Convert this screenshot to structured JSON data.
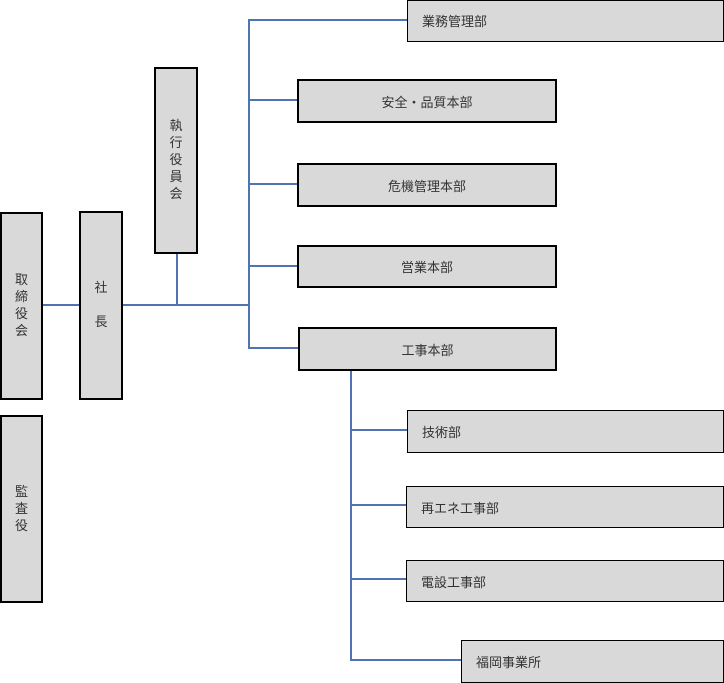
{
  "chart": {
    "title": "組織図",
    "board": {
      "label": [
        "取",
        "締",
        "役",
        "会"
      ]
    },
    "president": {
      "label": [
        "社",
        "長"
      ]
    },
    "executive_committee": {
      "label": [
        "執",
        "行",
        "役",
        "員",
        "会"
      ]
    },
    "auditor": {
      "label": [
        "監",
        "査",
        "役"
      ]
    },
    "departments": [
      {
        "label": "業務管理部"
      },
      {
        "label": "安全・品質本部"
      },
      {
        "label": "危機管理本部"
      },
      {
        "label": "営業本部"
      },
      {
        "label": "工事本部"
      }
    ],
    "construction_sub": [
      {
        "label": "技術部"
      },
      {
        "label": "再エネ工事部"
      },
      {
        "label": "電設工事部"
      },
      {
        "label": "福岡事業所"
      }
    ],
    "colors": {
      "line": "#4f74b4",
      "box_fill": "#d9d9d9",
      "box_border": "#000000"
    }
  }
}
